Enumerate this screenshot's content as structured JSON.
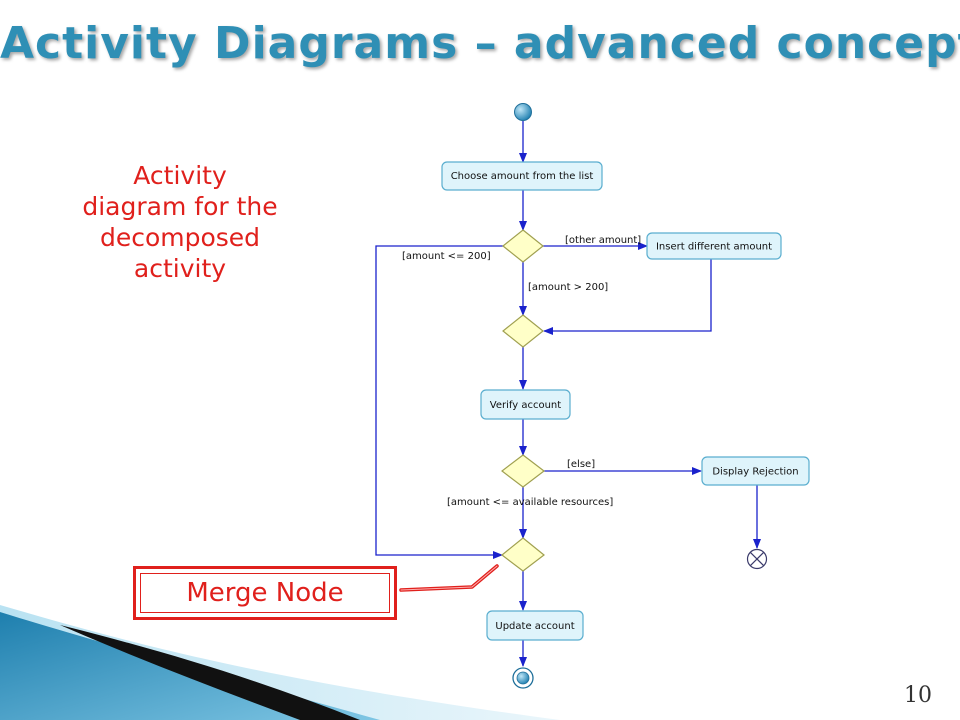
{
  "slide": {
    "title": "Activity Diagrams – advanced concepts",
    "caption_lines": [
      "Activity",
      "diagram for the",
      "decomposed",
      "activity"
    ],
    "page_number": "10",
    "callout_label": "Merge Node",
    "colors": {
      "title": "#2f8fb5",
      "caption": "#e0201c",
      "action_fill": "#dff4fb",
      "action_stroke": "#5aaecf",
      "decision_fill": "#ffffc8",
      "decision_stroke": "#a0a050",
      "flow": "#1a22cc"
    }
  },
  "diagram": {
    "actions": {
      "choose_amount": "Choose amount from the list",
      "insert_amount": "Insert different amount",
      "verify_account": "Verify account",
      "display_rejection": "Display Rejection",
      "update_account": "Update account"
    },
    "guards": {
      "other_amount": "[other amount]",
      "amount_le_200": "[amount <= 200]",
      "amount_gt_200": "[amount > 200]",
      "else": "[else]",
      "amount_le_resources": "[amount <= available resources]"
    }
  }
}
